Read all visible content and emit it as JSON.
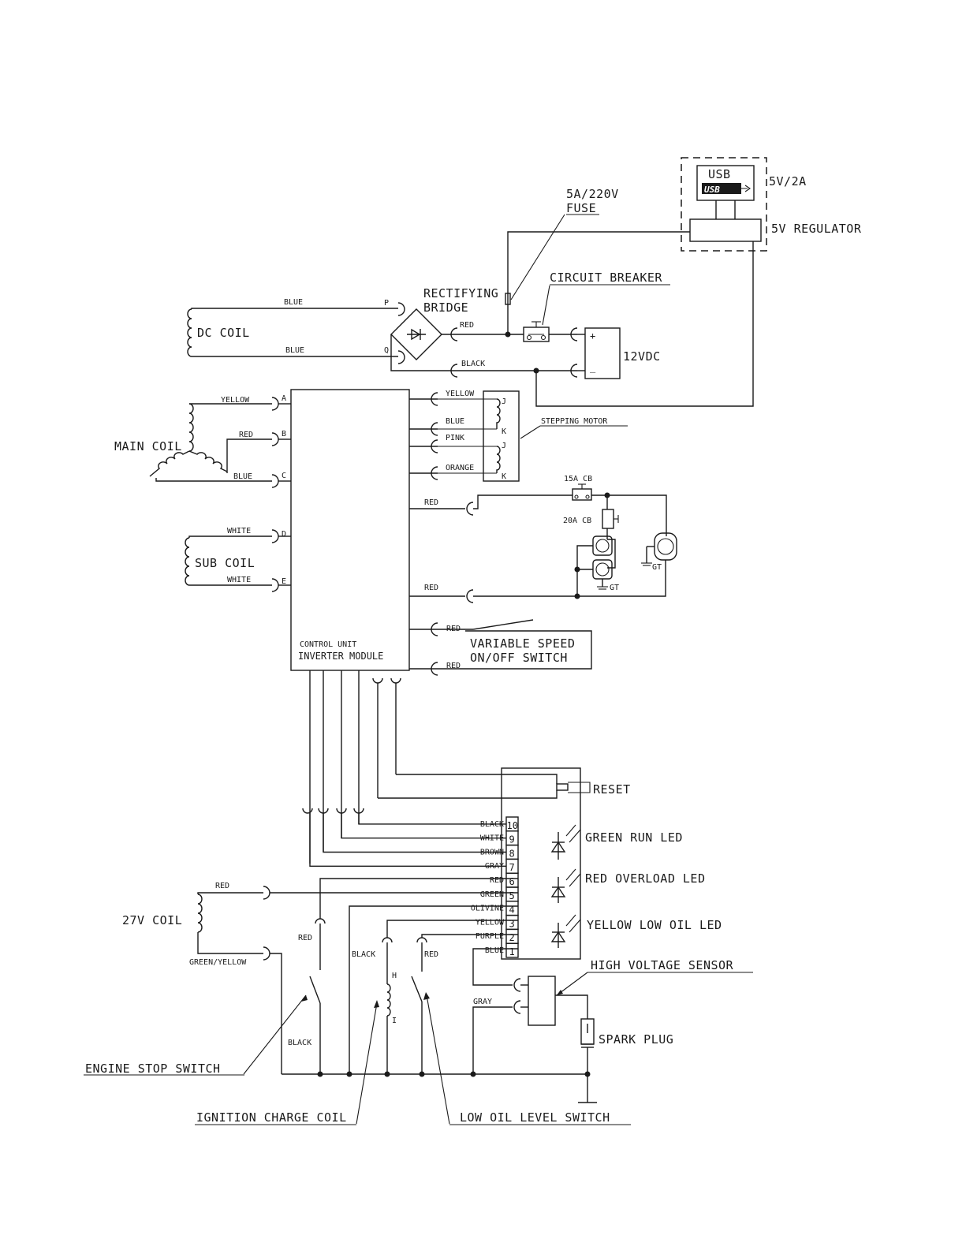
{
  "labels": {
    "usb": "USB",
    "usb_logo": "USB",
    "usb_rating": "5V/2A",
    "regulator": "5V REGULATOR",
    "fuse_rating": "5A/220V",
    "fuse": "FUSE",
    "rectifying": "RECTIFYING",
    "bridge": "BRIDGE",
    "circuit_breaker": "CIRCUIT BREAKER",
    "dc_coil": "DC COIL",
    "battery": "12VDC",
    "battery_plus": "+",
    "battery_minus": "_",
    "main_coil": "MAIN COIL",
    "sub_coil": "SUB COIL",
    "stepping_motor": "STEPPING MOTOR",
    "cb15": "15A CB",
    "cb20": "20A CB",
    "gt": "GT",
    "control_unit": "CONTROL UNIT",
    "inverter_module": "INVERTER MODULE",
    "variable_speed": "VARIABLE SPEED",
    "onoff_switch": "ON/OFF SWITCH",
    "reset": "RESET",
    "green_led": "GREEN RUN LED",
    "red_led": "RED OVERLOAD LED",
    "yellow_led": "YELLOW LOW OIL LED",
    "coil27": "27V COIL",
    "hv_sensor": "HIGH VOLTAGE SENSOR",
    "spark_plug": "SPARK PLUG",
    "engine_stop": "ENGINE STOP SWITCH",
    "ignition_coil": "IGNITION CHARGE COIL",
    "low_oil": "LOW OIL LEVEL SWITCH"
  },
  "pins": {
    "p": "P",
    "q": "Q",
    "a": "A",
    "b": "B",
    "c": "C",
    "d": "D",
    "e": "E",
    "j1": "J",
    "k1": "K",
    "j2": "J",
    "k2": "K",
    "h": "H",
    "i": "I"
  },
  "wires": {
    "dc_blue_top": "BLUE",
    "dc_blue_bottom": "BLUE",
    "bridge_red": "RED",
    "bridge_black": "BLACK",
    "main_yellow": "YELLOW",
    "main_red": "RED",
    "main_blue": "BLUE",
    "sub_white_top": "WHITE",
    "sub_white_bottom": "WHITE",
    "motor_yellow": "YELLOW",
    "motor_blue": "BLUE",
    "motor_pink": "PINK",
    "motor_orange": "ORANGE",
    "out_red_top": "RED",
    "out_red_bottom": "RED",
    "switch_red_top": "RED",
    "switch_red_bottom": "RED",
    "coil27_red": "RED",
    "coil27_gy": "GREEN/YELLOW",
    "stop_red": "RED",
    "stop_black": "BLACK",
    "ign_black": "BLACK",
    "oil_red": "RED",
    "hv_gray": "GRAY"
  },
  "terminals": [
    {
      "num": "10",
      "wire": "BLACK"
    },
    {
      "num": "9",
      "wire": "WHITE"
    },
    {
      "num": "8",
      "wire": "BROWN"
    },
    {
      "num": "7",
      "wire": "GRAY"
    },
    {
      "num": "6",
      "wire": "RED"
    },
    {
      "num": "5",
      "wire": "GREEN"
    },
    {
      "num": "4",
      "wire": "OLIVINE"
    },
    {
      "num": "3",
      "wire": "YELLOW"
    },
    {
      "num": "2",
      "wire": "PURPLE"
    },
    {
      "num": "1",
      "wire": "BLUE"
    }
  ]
}
